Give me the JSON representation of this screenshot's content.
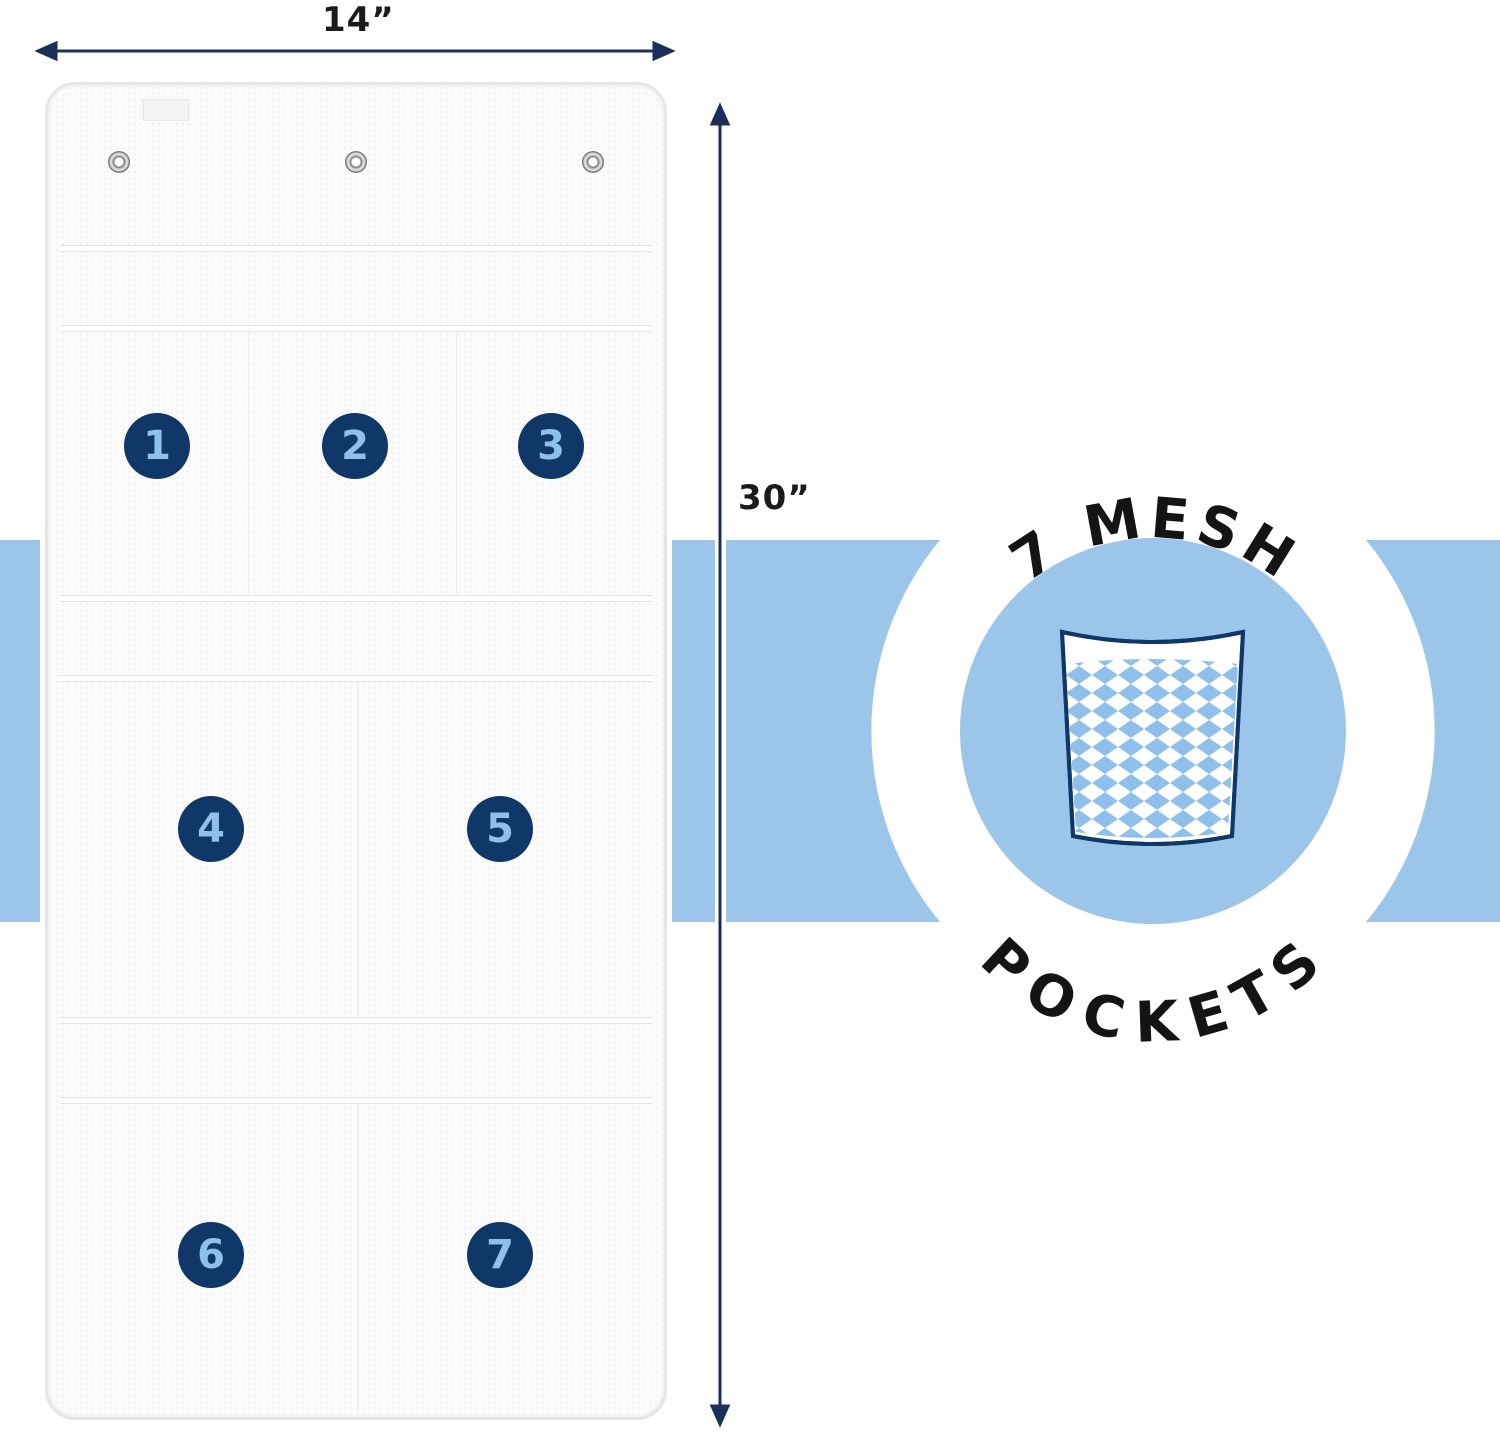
{
  "dimensions": {
    "width_label": "14”",
    "height_label": "30”"
  },
  "pockets": [
    "1",
    "2",
    "3",
    "4",
    "5",
    "6",
    "7"
  ],
  "badge": {
    "top_text": "7 MESH",
    "bottom_text": "POCKETS",
    "icon": "mesh-basket-icon"
  },
  "colors": {
    "navy": "#0f3768",
    "light_blue": "#9cc5ea",
    "number_text": "#8fc0ec"
  }
}
